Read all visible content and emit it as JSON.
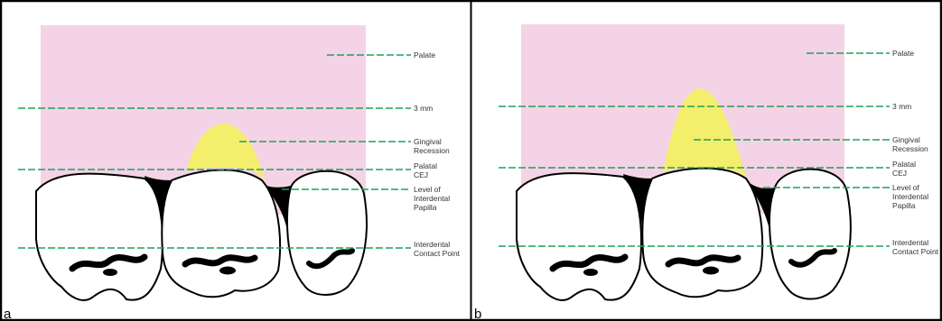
{
  "colors": {
    "palate_fill": "#f5d3e6",
    "recession_fill": "#f3ef6c",
    "guide_line": "#1fa05a",
    "tooth_outline": "#000000",
    "frame": "#000000"
  },
  "panels": [
    {
      "letter": "a",
      "labels": {
        "palate": "Palate",
        "three_mm": "3 mm",
        "gingival_recession": [
          "Gingival",
          "Recession"
        ],
        "palatal_cej": [
          "Palatal",
          "CEJ"
        ],
        "level_papilla": [
          "Level of",
          "Interdental",
          "Papilla"
        ],
        "contact_point": [
          "Interdental",
          "Contact Point"
        ]
      }
    },
    {
      "letter": "b",
      "labels": {
        "palate": "Palate",
        "three_mm": "3 mm",
        "gingival_recession": [
          "Gingival",
          "Recession"
        ],
        "palatal_cej": [
          "Palatal",
          "CEJ"
        ],
        "level_papilla": [
          "Level of",
          "Interdental",
          "Papilla"
        ],
        "contact_point": [
          "Interdental",
          "Contact Point"
        ]
      }
    }
  ]
}
